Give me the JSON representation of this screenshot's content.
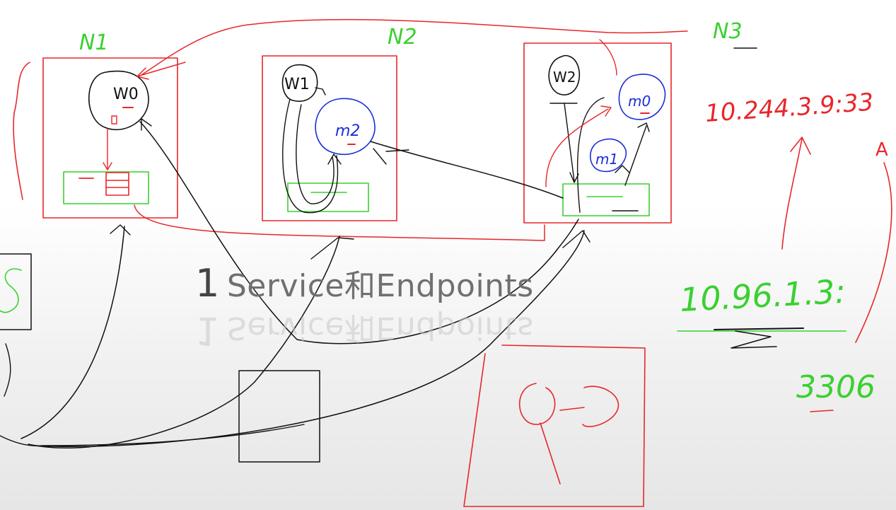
{
  "slide": {
    "number": "1",
    "title": "Service和Endpoints"
  },
  "nodes": [
    {
      "label": "N1"
    },
    {
      "label": "N2"
    },
    {
      "label": "N3"
    }
  ],
  "pods": [
    "W0",
    "W1",
    "m2",
    "W2",
    "m0",
    "m1"
  ],
  "annotations": {
    "pod_ip": "10.244.3.9:33",
    "service_ip": "10.96.1.3:",
    "port": "3306",
    "pod_ip_tag": "A"
  },
  "colors": {
    "node_box": "#e8262b",
    "proxy": "#39d12f",
    "master": "#1c2ed6",
    "ink": "#111111",
    "title_text": "#707070"
  }
}
